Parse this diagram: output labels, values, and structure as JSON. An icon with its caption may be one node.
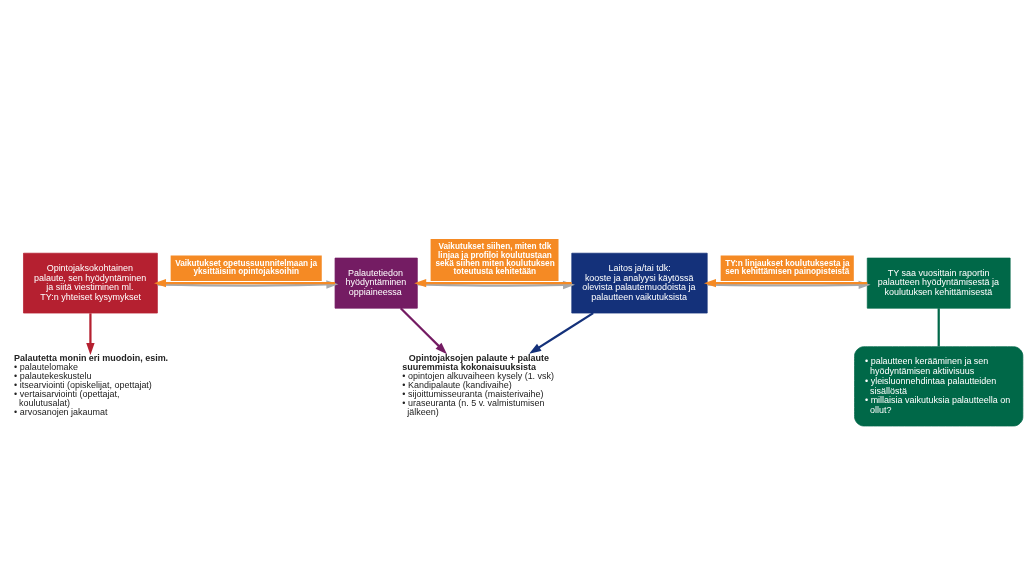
{
  "diagram": {
    "nodes": [
      {
        "text": [
          "Opintojaksokohtainen palaute, sen hyödyntäminen ja siitä viestiminen ml. TY:n yhteiset kysymykset"
        ]
      },
      {
        "text": [
          "Palautetiedon hyödyntäminen oppiaineessa"
        ]
      },
      {
        "text": [
          "Laitos ja/tai tdk:",
          "kooste ja analyysi käytössä olevista palautemuodoista ja palautteen vaikutuksista"
        ]
      },
      {
        "text": [
          "TY saa vuosittain raportin palautteen hyödyntämisestä ja koulutuksen kehittämisestä"
        ]
      },
      {
        "text": [
          "Palautetta monin eri muodoin, esim.",
          "• palautelomake",
          "• palautekeskustelu",
          "• itsearviointi (opiskelijat, opettajat)",
          "• vertaisarviointi (opettajat, koulutusalat)",
          "• arvosanojen jakaumat"
        ]
      },
      {
        "text": [
          "Opintojaksojen palaute + palaute suuremmista kokonaisuuksista",
          "• opintojen alkuvaiheen kysely (1. vsk)",
          "• Kandipalaute (kandivaihe)",
          "• sijoittumisseuranta (maisterivaihe)",
          "• uraseuranta (n. 5 v. valmistumisen jälkeen)"
        ]
      },
      {
        "text": [
          "• palautteen kerääminen ja sen hyödyntämisen aktiivisuus",
          "• yleisluonnehdintaa palautteiden sisällöstä",
          "• millaisia vaikutuksia palautteella on ollut?"
        ]
      }
    ],
    "edges": [
      {
        "from": 0,
        "to": 1,
        "arrow": "to"
      },
      {
        "from": 1,
        "to": 2,
        "arrow": "to"
      },
      {
        "from": 2,
        "to": 3,
        "arrow": "to"
      },
      {
        "from": 1,
        "to": 0,
        "arrow": "to",
        "color": "#f58a24",
        "label": "Vaikutukset opetussuunnitelmaan ja yksittäisiin opintojaksoihin"
      },
      {
        "from": 2,
        "to": 1,
        "arrow": "to",
        "color": "#f58a24",
        "label": "Vaikutukset siihen, miten tdk linjaa ja profiloi koulutustaan sekä siihen miten koulutuksen toteutusta kehitetään"
      },
      {
        "from": 3,
        "to": 2,
        "arrow": "to",
        "color": "#f58a24",
        "label": "TY:n linjaukset koulutuksesta ja sen kehittämisen painopisteistä"
      },
      {
        "from": 0,
        "to": 4,
        "arrow": "to",
        "color": "#b52030"
      },
      {
        "from": 1,
        "to": 5,
        "arrow": "to",
        "color": "#741c63"
      },
      {
        "from": 2,
        "to": 5,
        "arrow": "to",
        "color": "#14317a"
      },
      {
        "from": 6,
        "to": 3,
        "arrow": "none",
        "color": "#006848"
      }
    ]
  }
}
